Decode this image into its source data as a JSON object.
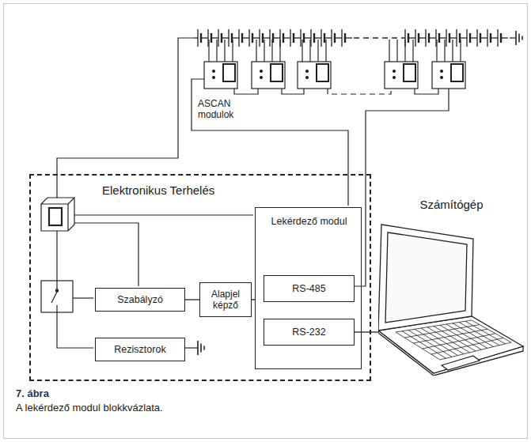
{
  "diagram": {
    "caption": "A lekérdező modul blokkvázlata.",
    "nodes": [
      {
        "text": [
          "Elektronikus Terhelés"
        ]
      },
      {
        "text": [
          "Lekérdező modul"
        ],
        "in": 0
      },
      {
        "text": [
          "RS-485"
        ],
        "in": 1
      },
      {
        "text": [
          "RS-232"
        ],
        "in": 1
      },
      {
        "text": [
          "Szabályzó"
        ],
        "in": 0
      },
      {
        "text": [
          "Alapjel képző"
        ],
        "in": 0
      },
      {
        "text": [
          "Rezisztorok"
        ],
        "in": 0
      },
      {
        "text": [
          "Számítógép"
        ]
      }
    ],
    "edges": [
      {
        "from": 4,
        "to": 5,
        "arrow": "none"
      },
      {
        "from": 5,
        "to": 1,
        "arrow": "none"
      },
      {
        "from": 3,
        "to": 7,
        "arrow": "none"
      }
    ],
    "labels": [
      "ASCAN modulok",
      "7. ábra"
    ]
  }
}
